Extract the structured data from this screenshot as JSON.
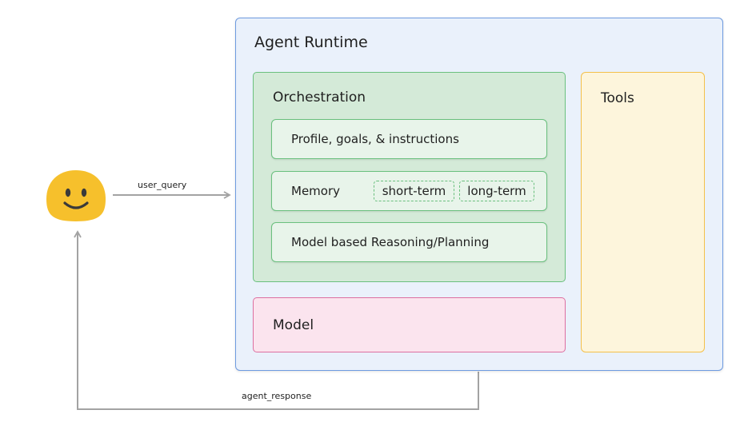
{
  "runtime": {
    "title": "Agent Runtime"
  },
  "orchestration": {
    "title": "Orchestration",
    "profile_label": "Profile, goals, & instructions",
    "memory_label": "Memory",
    "memory_chips": [
      "short-term",
      "long-term"
    ],
    "reasoning_label": "Model based Reasoning/Planning"
  },
  "model": {
    "label": "Model"
  },
  "tools": {
    "label": "Tools"
  },
  "flows": {
    "query_label": "user_query",
    "response_label": "agent_response"
  },
  "user": {
    "icon": "smiley-face-icon"
  },
  "colors": {
    "runtime_fill": "#eaf1fb",
    "runtime_border": "#6e9be0",
    "orchestration_fill": "#d4ead8",
    "orchestration_border": "#6ac07e",
    "model_fill": "#fbe4ee",
    "model_border": "#dd6fa0",
    "tools_fill": "#fdf5dc",
    "tools_border": "#f4c04a",
    "smiley_fill": "#f6c02c",
    "arrow": "#a3a3a3"
  }
}
